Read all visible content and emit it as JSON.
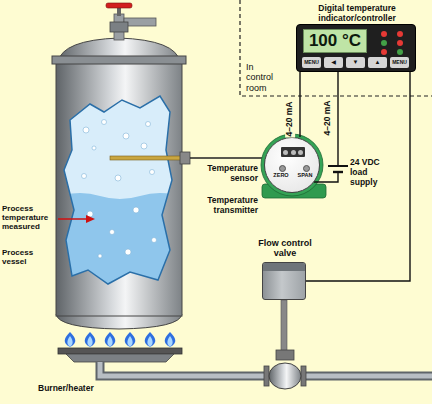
{
  "diagram": {
    "nodes": [
      {
        "text": [
          "Digital temperature indicator/controller",
          "100 °C"
        ]
      },
      {
        "text": [
          "ZERO",
          "SPAN"
        ]
      },
      {
        "text": [
          "Flow control valve"
        ]
      }
    ],
    "edges": [
      {
        "from": 0,
        "to": 1,
        "arrow": "none",
        "label": "4–20 mA"
      },
      {
        "from": 0,
        "to": 2,
        "arrow": "none"
      }
    ],
    "labels": [
      "In control room",
      "4–20 mA",
      "24 VDC load supply",
      "Temperature sensor",
      "Temperature transmitter",
      "Process temperature measured",
      "Process vessel",
      "Burner/heater",
      "MENU",
      "◀",
      "▼",
      "▲",
      "MENU"
    ]
  }
}
